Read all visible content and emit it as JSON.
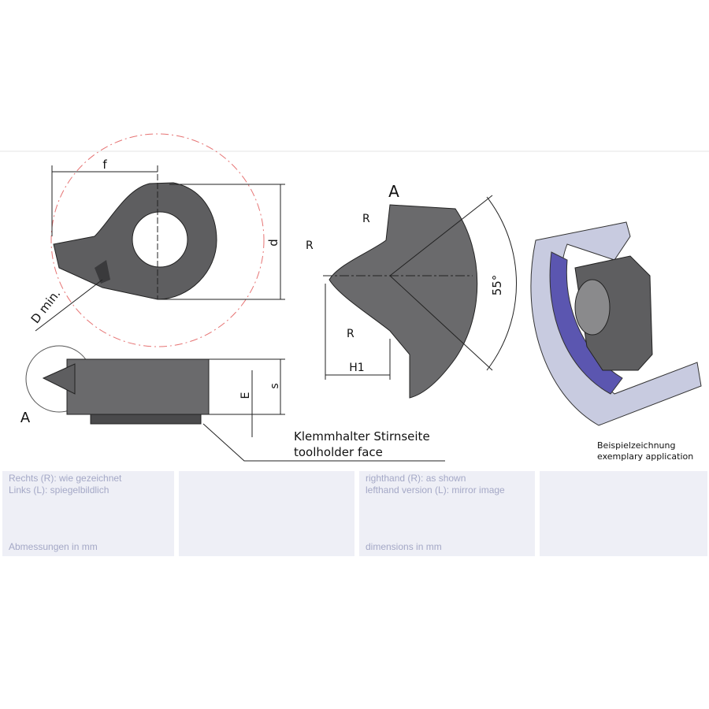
{
  "drawing": {
    "f": "f",
    "d": "d",
    "d_min": "D min.",
    "view_a": "A",
    "e": "E",
    "s": "s",
    "clamp_de": "Klemmhalter Stirnseite",
    "clamp_en": "toolholder face",
    "detail_a": "A",
    "r": "R",
    "angle": "55°",
    "h1": "H1",
    "example_de": "Beispielzeichnung",
    "example_en": "exemplary application"
  },
  "notes": {
    "de_line1": "Rechts (R): wie gezeichnet",
    "de_line2": "Links (L): spiegelbildlich",
    "de_units": "Abmessungen in mm",
    "en_line1": "righthand (R): as shown",
    "en_line2": "lefthand version (L): mirror image",
    "en_units": "dimensions in mm"
  }
}
